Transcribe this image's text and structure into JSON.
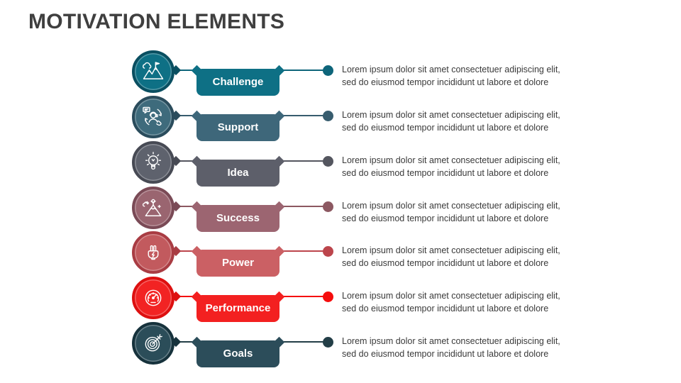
{
  "slide": {
    "title": "MOTIVATION ELEMENTS",
    "title_color": "#3F3F3F",
    "background": "#FFFFFF",
    "body_text_color": "#3A3A3A"
  },
  "rows": [
    {
      "label": "Challenge",
      "icon": "mountain-flag-icon",
      "desc_line1": "Lorem ipsum dolor sit amet consectetuer adipiscing elit,",
      "desc_line2": "sed do eiusmod tempor incididunt ut labore et dolore",
      "colors": {
        "fill": "#0E7085",
        "ring": "#0A4F61",
        "box": "#0E7085",
        "line": "#0E657A"
      }
    },
    {
      "label": "Support",
      "icon": "customer-support-icon",
      "desc_line1": "Lorem ipsum dolor sit amet consectetuer adipiscing elit,",
      "desc_line2": "sed do eiusmod tempor incididunt ut labore et dolore",
      "colors": {
        "fill": "#3E6B7C",
        "ring": "#2A4C5C",
        "box": "#3E677A",
        "line": "#375C6E"
      }
    },
    {
      "label": "Idea",
      "icon": "lightbulb-icon",
      "desc_line1": "Lorem ipsum dolor sit amet consectetuer adipiscing elit,",
      "desc_line2": "sed do eiusmod tempor incididunt ut labore et dolore",
      "colors": {
        "fill": "#5E626D",
        "ring": "#474A54",
        "box": "#5D5F6A",
        "line": "#54565F"
      }
    },
    {
      "label": "Success",
      "icon": "mountain-achievement-icon",
      "desc_line1": "Lorem ipsum dolor sit amet consectetuer adipiscing elit,",
      "desc_line2": "sed do eiusmod tempor incididunt ut labore et dolore",
      "colors": {
        "fill": "#9A6570",
        "ring": "#7A4A56",
        "box": "#9C6571",
        "line": "#8C5861"
      }
    },
    {
      "label": "Power",
      "icon": "power-plug-icon",
      "desc_line1": "Lorem ipsum dolor sit amet consectetuer adipiscing elit,",
      "desc_line2": "sed do eiusmod tempor incididunt ut labore et dolore",
      "colors": {
        "fill": "#C25A5E",
        "ring": "#A93C43",
        "box": "#CB6064",
        "line": "#BC454C"
      }
    },
    {
      "label": "Performance",
      "icon": "speedometer-icon",
      "desc_line1": "Lorem ipsum dolor sit amet consectetuer adipiscing elit,",
      "desc_line2": "sed do eiusmod tempor incididunt ut labore et dolore",
      "colors": {
        "fill": "#F22323",
        "ring": "#DD1010",
        "box": "#F32020",
        "line": "#F50D0D"
      }
    },
    {
      "label": "Goals",
      "icon": "target-dart-icon",
      "desc_line1": "Lorem ipsum dolor sit amet consectetuer adipiscing elit,",
      "desc_line2": "sed do eiusmod tempor incididunt ut labore et dolore",
      "colors": {
        "fill": "#2B4D59",
        "ring": "#16323C",
        "box": "#2C4D5A",
        "line": "#233E47"
      }
    }
  ]
}
